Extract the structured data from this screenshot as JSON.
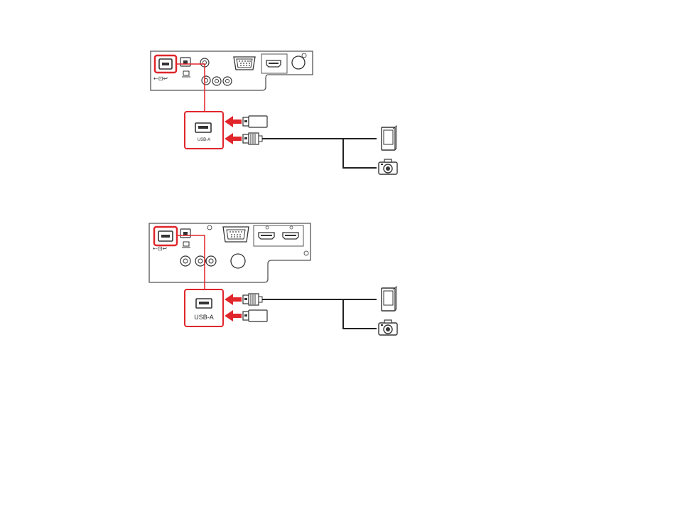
{
  "colors": {
    "highlight": "#e0262b",
    "arrow": "#e0262b",
    "panel_stroke": "#555555",
    "cable": "#222222",
    "background": "#ffffff"
  },
  "diagrams": [
    {
      "port_label": "USB-A",
      "devices": [
        "usb-flash-drive",
        "usb-cable",
        "storage-device-icon",
        "camera-icon"
      ]
    },
    {
      "port_label": "USB-A",
      "devices": [
        "usb-cable",
        "usb-flash-drive",
        "storage-device-icon",
        "camera-icon"
      ]
    }
  ]
}
